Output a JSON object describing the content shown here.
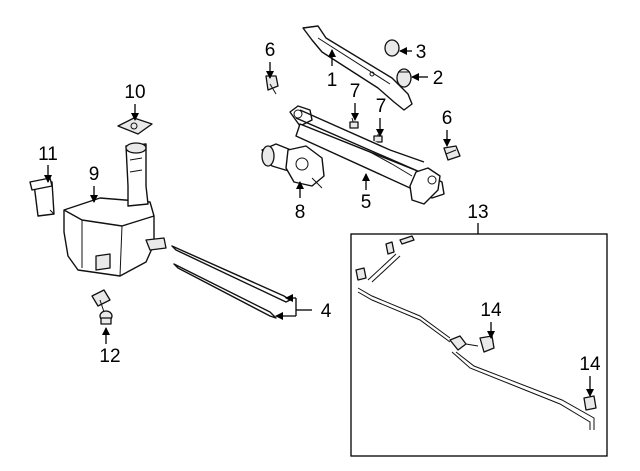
{
  "diagram": {
    "callouts": {
      "c1": "1",
      "c2": "2",
      "c3": "3",
      "c4": "4",
      "c5": "5",
      "c6a": "6",
      "c6b": "6",
      "c7a": "7",
      "c7b": "7",
      "c8": "8",
      "c9": "9",
      "c10": "10",
      "c11": "11",
      "c12": "12",
      "c13": "13",
      "c14a": "14",
      "c14b": "14"
    }
  }
}
